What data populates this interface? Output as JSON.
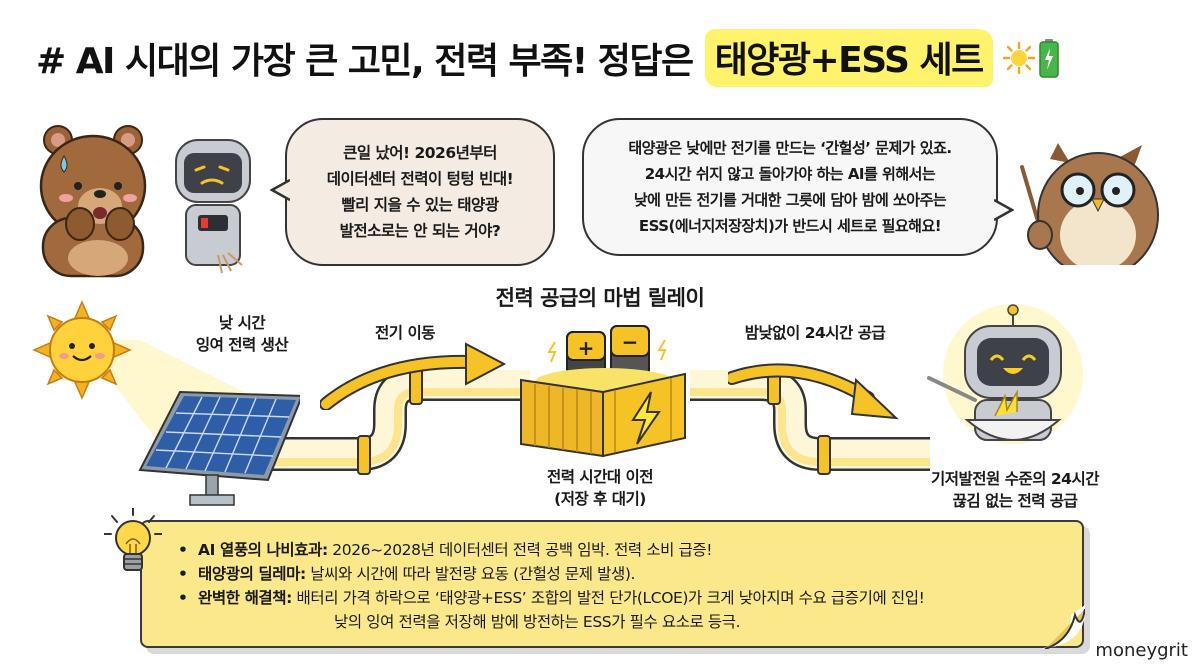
{
  "header": {
    "title_prefix": "# AI 시대의 가장 큰 고민, 전력 부족! 정답은",
    "title_highlight": "태양광+ESS 세트",
    "title_icons": [
      "sun-icon",
      "battery-icon"
    ]
  },
  "dialogue": {
    "left_bubble": {
      "speaker": "worried-bear-and-robot",
      "lines": [
        "큰일 났어! 2026년부터",
        "데이터센터 전력이 텅텅 빈대!",
        "빨리 지을 수 있는 태양광",
        "발전소로는 안 되는 거야?"
      ]
    },
    "right_bubble": {
      "speaker": "owl-teacher",
      "lines": [
        "태양광은 낮에만 전기를 만드는 ‘간헐성’ 문제가 있죠.",
        "24시간 쉬지 않고 돌아가야 하는 AI를 위해서는",
        "낮에 만든 전기를 거대한 그릇에 담아 밤에 쏘아주는",
        "ESS(에너지저장장치)가 반드시 세트로 필요해요!"
      ]
    }
  },
  "relay": {
    "title": "전력 공급의 마법 릴레이",
    "steps": [
      {
        "icon": "solar-panel-icon",
        "lines": [
          "낮 시간",
          "잉여 전력 생산"
        ]
      },
      {
        "icon": "arrow-icon",
        "lines": [
          "전기 이동"
        ]
      },
      {
        "icon": "ess-container-icon",
        "lines": [
          "전력 시간대 이전",
          "(저장 후 대기)"
        ]
      },
      {
        "icon": "arrow-icon",
        "lines": [
          "밤낮없이 24시간 공급"
        ]
      },
      {
        "icon": "robot-eating-icon",
        "lines": [
          "기저발전원 수준의 24시간",
          "끊김 없는 전력 공급"
        ]
      }
    ]
  },
  "notes": {
    "items": [
      {
        "key": "AI 열풍의 나비효과:",
        "text": " 2026~2028년 데이터센터 전력 공백 임박. 전력 소비 급증!"
      },
      {
        "key": "태양광의 딜레마:",
        "text": " 날씨와 시간에 따라 발전량 요동 (간헐성 문제 발생)."
      },
      {
        "key": "완벽한 해결책:",
        "text": " 배터리 가격 하락으로 ‘태양광+ESS’ 조합의 발전 단가(LCOE)가 크게 낮아지며 수요 급증기에 진입!"
      }
    ],
    "continuation": "낮의 잉여 전력을 저장해 밤에 방전하는 ESS가 필수 요소로 등극."
  },
  "footer": {
    "brand": "moneygrit"
  },
  "colors": {
    "highlight": "#fff36b",
    "note_bg": "#fbe88a",
    "energy_yellow": "#f5c325",
    "solar_blue": "#3a68b8"
  }
}
